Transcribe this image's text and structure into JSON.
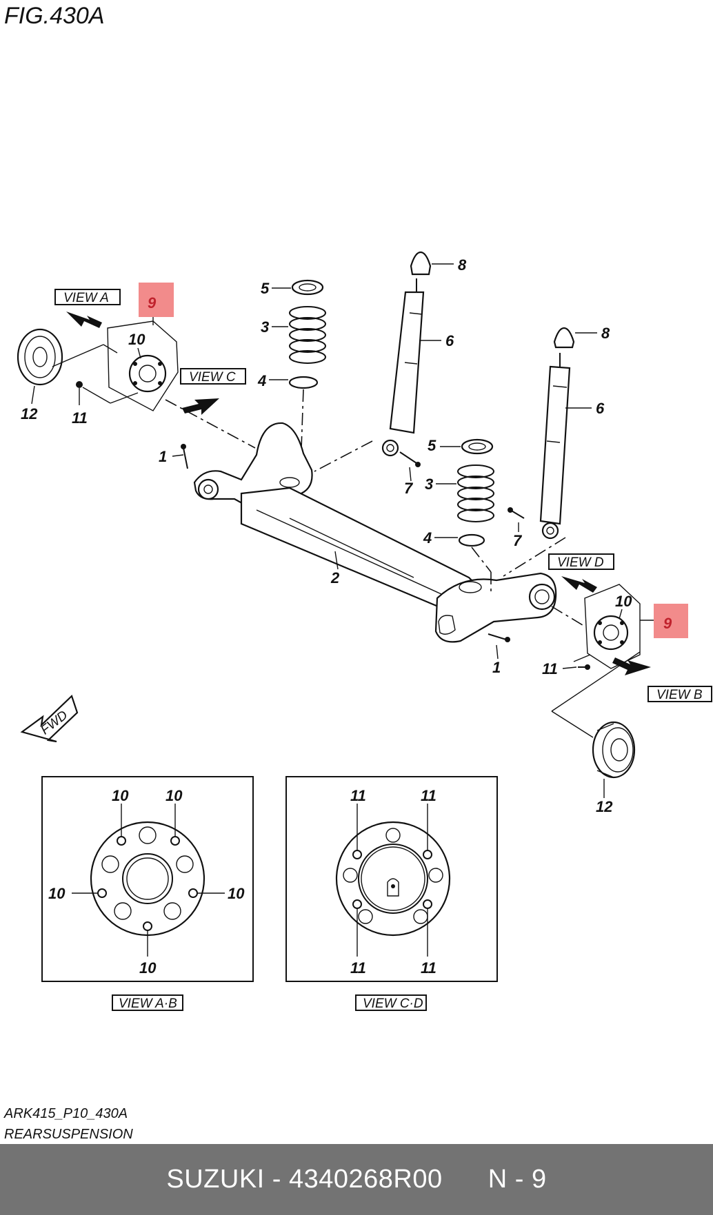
{
  "figure": {
    "title": "FIG.430A"
  },
  "callouts": {
    "p1": "1",
    "p2": "2",
    "p3": "3",
    "p4": "4",
    "p5": "5",
    "p6": "6",
    "p7": "7",
    "p8": "8",
    "p9": "9",
    "p10": "10",
    "p11": "11",
    "p12": "12"
  },
  "highlight_color": "#f28b8b",
  "views": {
    "a": "VIEW A",
    "b": "VIEW B",
    "c": "VIEW C",
    "d": "VIEW D",
    "ab": "VIEW A·B",
    "cd": "VIEW C·D"
  },
  "fwd": "FWD",
  "footnote": {
    "code": "ARK415_P10_430A",
    "name": "REARSUSPENSION"
  },
  "footer": {
    "brand_part": "SUZUKI - 4340268R00",
    "position": "N - 9"
  }
}
